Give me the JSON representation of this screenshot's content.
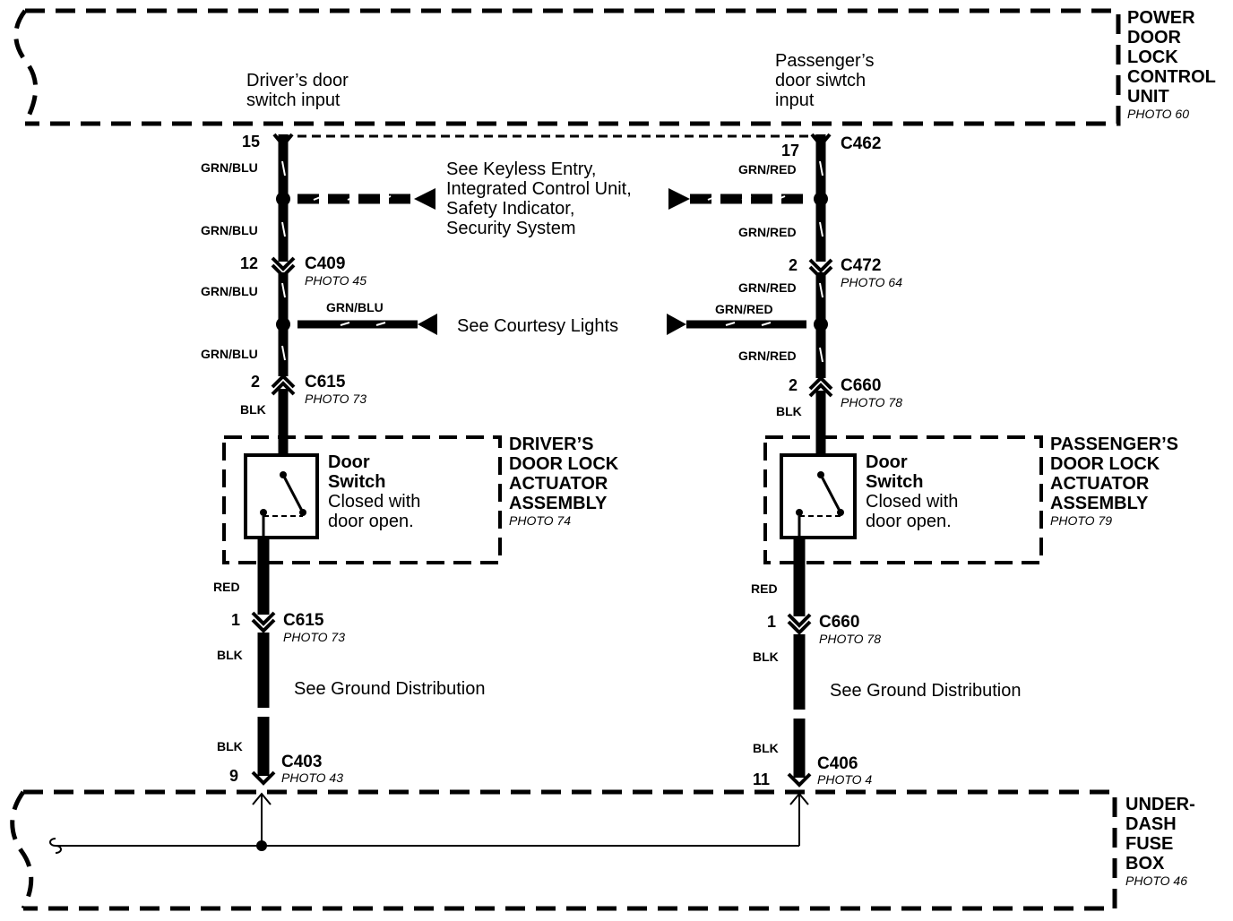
{
  "control_unit": {
    "title_lines": [
      "POWER",
      "DOOR",
      "LOCK",
      "CONTROL",
      "UNIT"
    ],
    "photo": "PHOTO 60",
    "driver_input_lines": [
      "Driver’s  door",
      "switch input"
    ],
    "passenger_input_lines": [
      "Passenger’s",
      "door siwtch",
      "input"
    ]
  },
  "fuse_box": {
    "title_lines": [
      "UNDER-",
      "DASH",
      "FUSE",
      "BOX"
    ],
    "photo": "PHOTO 46"
  },
  "shared_notes": {
    "keyless_lines": [
      "See Keyless Entry,",
      "Integrated Control Unit,",
      "Safety Indicator,",
      "Security System"
    ],
    "courtesy": "See Courtesy Lights"
  },
  "driver": {
    "top_pin": "15",
    "wire_1": "GRN/BLU",
    "wire_2": "GRN/BLU",
    "c409": {
      "pin": "12",
      "name": "C409",
      "photo": "PHOTO 45"
    },
    "wire_3": "GRN/BLU",
    "courtesy_wire": "GRN/BLU",
    "wire_4": "GRN/BLU",
    "c615_top": {
      "pin": "2",
      "name": "C615",
      "photo": "PHOTO 73"
    },
    "wire_5": "BLK",
    "assembly_lines": [
      "DRIVER’S",
      "DOOR LOCK",
      "ACTUATOR",
      "ASSEMBLY"
    ],
    "assembly_photo": "PHOTO 74",
    "switch_title_lines": [
      "Door",
      "Switch"
    ],
    "switch_note_lines": [
      "Closed with",
      "door open."
    ],
    "wire_6": "RED",
    "c615_bottom": {
      "pin": "1",
      "name": "C615",
      "photo": "PHOTO 73"
    },
    "wire_7": "BLK",
    "ground_note": "See Ground Distribution",
    "wire_8": "BLK",
    "c403": {
      "pin": "9",
      "name": "C403",
      "photo": "PHOTO 43"
    }
  },
  "passenger": {
    "top_pin": "17",
    "top_connector": "C462",
    "wire_1": "GRN/RED",
    "wire_2": "GRN/RED",
    "c472": {
      "pin": "2",
      "name": "C472",
      "photo": "PHOTO 64"
    },
    "wire_3": "GRN/RED",
    "courtesy_wire": "GRN/RED",
    "wire_4": "GRN/RED",
    "c660_top": {
      "pin": "2",
      "name": "C660",
      "photo": "PHOTO 78"
    },
    "wire_5": "BLK",
    "assembly_lines": [
      "PASSENGER’S",
      "DOOR LOCK",
      "ACTUATOR",
      "ASSEMBLY"
    ],
    "assembly_photo": "PHOTO 79",
    "switch_title_lines": [
      "Door",
      "Switch"
    ],
    "switch_note_lines": [
      "Closed with",
      "door open."
    ],
    "wire_6": "RED",
    "c660_bottom": {
      "pin": "1",
      "name": "C660",
      "photo": "PHOTO 78"
    },
    "wire_7": "BLK",
    "ground_note": "See Ground Distribution",
    "wire_8": "BLK",
    "c406": {
      "pin": "11",
      "name": "C406",
      "photo": "PHOTO 4"
    }
  }
}
